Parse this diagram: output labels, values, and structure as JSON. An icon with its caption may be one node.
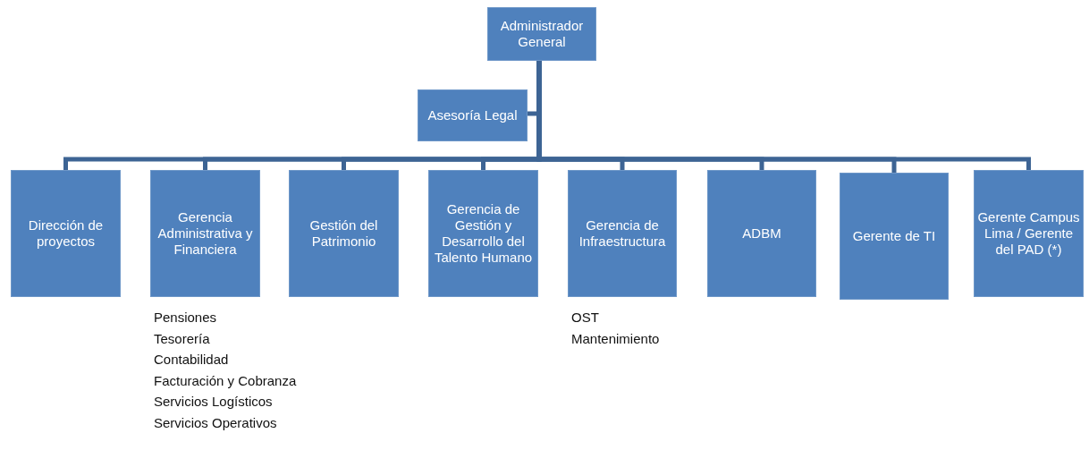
{
  "diagram": {
    "nodes": [
      {
        "text": [
          "Administrador General"
        ]
      },
      {
        "text": [
          "Asesoría Legal"
        ]
      },
      {
        "text": [
          "Dirección de proyectos"
        ]
      },
      {
        "text": [
          "Gerencia Administrativa y Financiera"
        ],
        "beside": [
          "Pensiones",
          "Tesorería",
          "Contabilidad",
          "Facturación y Cobranza",
          "Servicios Logísticos",
          "Servicios Operativos"
        ]
      },
      {
        "text": [
          "Gestión del Patrimonio"
        ]
      },
      {
        "text": [
          "Gerencia de Gestión y Desarrollo del Talento Humano"
        ]
      },
      {
        "text": [
          "Gerencia de Infraestructura"
        ],
        "beside": [
          "OST",
          "Mantenimiento"
        ]
      },
      {
        "text": [
          "ADBM"
        ]
      },
      {
        "text": [
          "Gerente de TI"
        ]
      },
      {
        "text": [
          "Gerente Campus Lima / Gerente del PAD (*)"
        ]
      }
    ],
    "edges": [
      {
        "from": 0,
        "to": 1,
        "arrow": "none"
      },
      {
        "from": 0,
        "to": 2,
        "arrow": "none"
      },
      {
        "from": 0,
        "to": 3,
        "arrow": "none"
      },
      {
        "from": 0,
        "to": 4,
        "arrow": "none"
      },
      {
        "from": 0,
        "to": 5,
        "arrow": "none"
      },
      {
        "from": 0,
        "to": 6,
        "arrow": "none"
      },
      {
        "from": 0,
        "to": 7,
        "arrow": "none"
      },
      {
        "from": 0,
        "to": 8,
        "arrow": "none"
      },
      {
        "from": 0,
        "to": 9,
        "arrow": "none"
      }
    ]
  }
}
